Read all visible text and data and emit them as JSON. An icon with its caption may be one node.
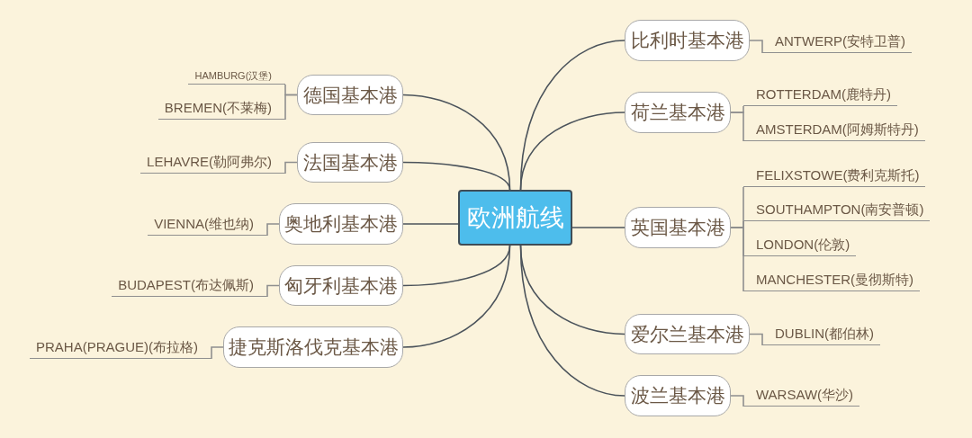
{
  "diagram": {
    "nodes": [
      {
        "text": [
          "欧洲航线"
        ]
      },
      {
        "text": [
          "德国基本港"
        ]
      },
      {
        "text": [
          "HAMBURG(汉堡)"
        ]
      },
      {
        "text": [
          "BREMEN(不莱梅)"
        ]
      },
      {
        "text": [
          "法国基本港"
        ]
      },
      {
        "text": [
          "LEHAVRE(勒阿弗尔)"
        ]
      },
      {
        "text": [
          "奥地利基本港"
        ]
      },
      {
        "text": [
          "VIENNA(维也纳)"
        ]
      },
      {
        "text": [
          "匈牙利基本港"
        ]
      },
      {
        "text": [
          "BUDAPEST(布达佩斯)"
        ]
      },
      {
        "text": [
          "捷克斯洛伐克基本港"
        ]
      },
      {
        "text": [
          "PRAHA(PRAGUE)(布拉格)"
        ]
      },
      {
        "text": [
          "比利时基本港"
        ]
      },
      {
        "text": [
          "ANTWERP(安特卫普)"
        ]
      },
      {
        "text": [
          "荷兰基本港"
        ]
      },
      {
        "text": [
          "ROTTERDAM(鹿特丹)"
        ]
      },
      {
        "text": [
          "AMSTERDAM(阿姆斯特丹)"
        ]
      },
      {
        "text": [
          "英国基本港"
        ]
      },
      {
        "text": [
          "FELIXSTOWE(费利克斯托)"
        ]
      },
      {
        "text": [
          "SOUTHAMPTON(南安普顿)"
        ]
      },
      {
        "text": [
          "LONDON(伦敦)"
        ]
      },
      {
        "text": [
          "MANCHESTER(曼彻斯特)"
        ]
      },
      {
        "text": [
          "爱尔兰基本港"
        ]
      },
      {
        "text": [
          "DUBLIN(都伯林)"
        ]
      },
      {
        "text": [
          "波兰基本港"
        ]
      },
      {
        "text": [
          "WARSAW(华沙)"
        ]
      }
    ],
    "edges": [
      {
        "from": 0,
        "to": 1,
        "arrow": "none",
        "color": "#4b535b"
      },
      {
        "from": 1,
        "to": 2,
        "arrow": "none"
      },
      {
        "from": 1,
        "to": 3,
        "arrow": "none"
      },
      {
        "from": 0,
        "to": 4,
        "arrow": "none",
        "color": "#4b535b"
      },
      {
        "from": 4,
        "to": 5,
        "arrow": "none"
      },
      {
        "from": 0,
        "to": 6,
        "arrow": "none",
        "color": "#4b535b"
      },
      {
        "from": 6,
        "to": 7,
        "arrow": "none"
      },
      {
        "from": 0,
        "to": 8,
        "arrow": "none",
        "color": "#4b535b"
      },
      {
        "from": 8,
        "to": 9,
        "arrow": "none"
      },
      {
        "from": 0,
        "to": 10,
        "arrow": "none",
        "color": "#4b535b"
      },
      {
        "from": 10,
        "to": 11,
        "arrow": "none"
      },
      {
        "from": 0,
        "to": 12,
        "arrow": "none",
        "color": "#4b535b"
      },
      {
        "from": 12,
        "to": 13,
        "arrow": "none"
      },
      {
        "from": 0,
        "to": 14,
        "arrow": "none",
        "color": "#4b535b"
      },
      {
        "from": 14,
        "to": 15,
        "arrow": "none"
      },
      {
        "from": 14,
        "to": 16,
        "arrow": "none"
      },
      {
        "from": 0,
        "to": 17,
        "arrow": "none",
        "color": "#4b535b"
      },
      {
        "from": 17,
        "to": 18,
        "arrow": "none"
      },
      {
        "from": 17,
        "to": 19,
        "arrow": "none"
      },
      {
        "from": 17,
        "to": 20,
        "arrow": "none"
      },
      {
        "from": 17,
        "to": 21,
        "arrow": "none"
      },
      {
        "from": 0,
        "to": 22,
        "arrow": "none",
        "color": "#4b535b"
      },
      {
        "from": 22,
        "to": 23,
        "arrow": "none"
      },
      {
        "from": 0,
        "to": 24,
        "arrow": "none",
        "color": "#4b535b"
      },
      {
        "from": 24,
        "to": 25,
        "arrow": "none"
      }
    ]
  }
}
